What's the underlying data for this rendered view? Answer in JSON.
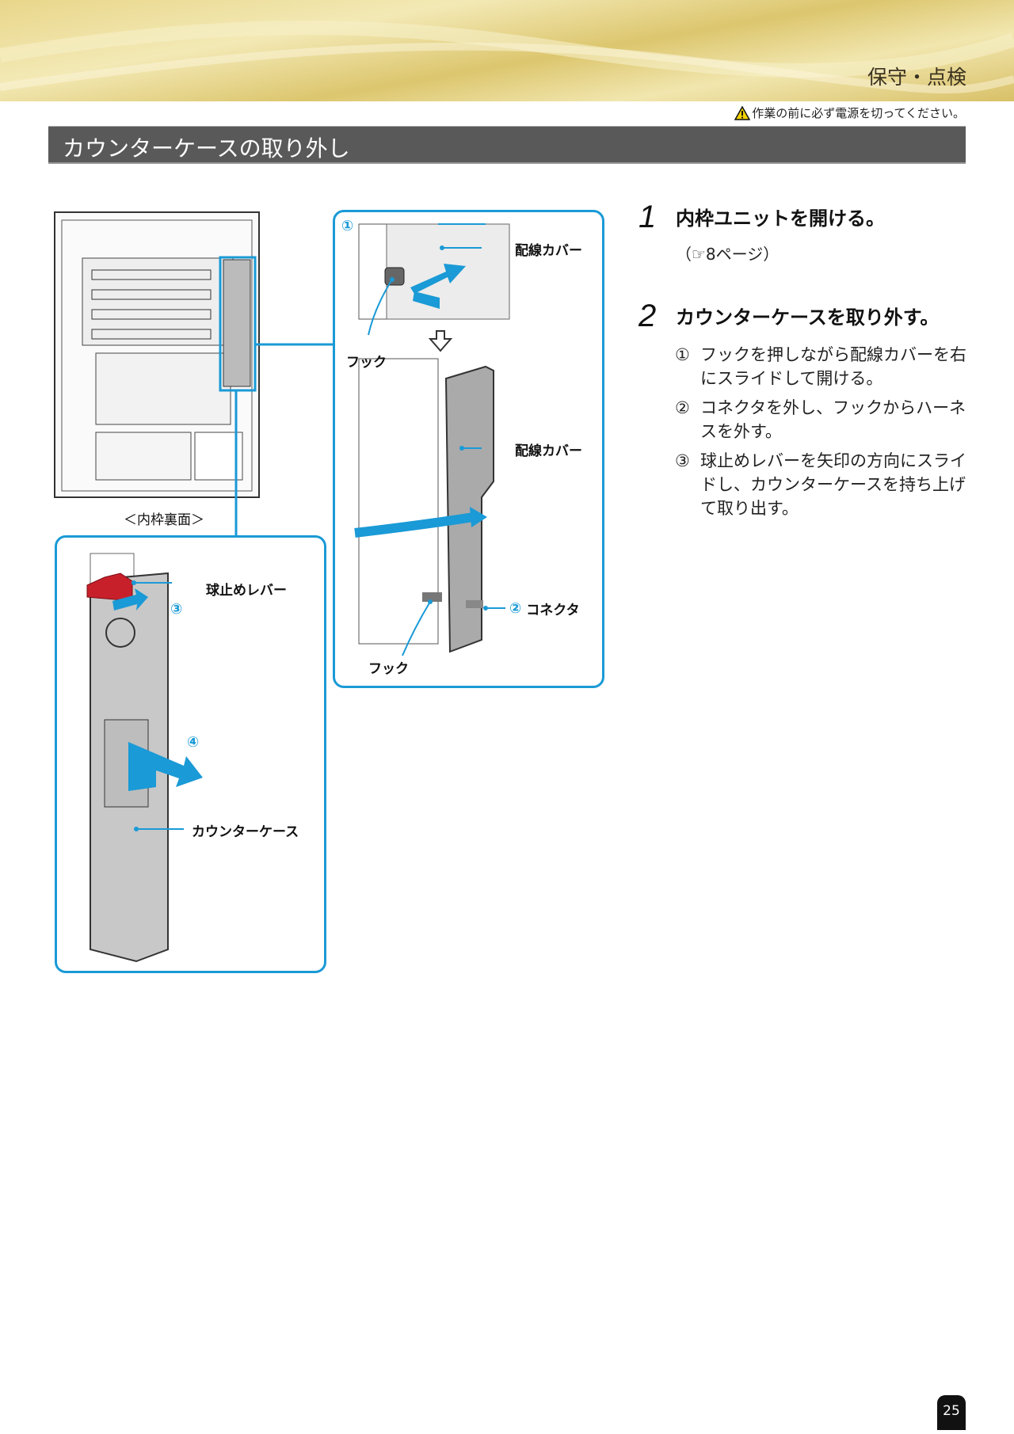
{
  "header": {
    "section": "保守・点検",
    "warning": "作業の前に必ず電源を切ってください。"
  },
  "title": "カウンターケースの取り外し",
  "figures": {
    "overview_caption": "＜内枠裏面＞",
    "panel_a": {
      "step1_marker": "①",
      "cover_label_1": "配線カバー",
      "hook_label_1": "フック",
      "cover_label_2": "配線カバー",
      "connector_marker": "②",
      "connector_label": "コネクタ",
      "hook_label_2": "フック"
    },
    "panel_b": {
      "lever_label": "球止めレバー",
      "step3_marker": "③",
      "step4_marker": "④",
      "case_label": "カウンターケース"
    }
  },
  "steps": [
    {
      "number": "1",
      "heading": "内枠ユニットを開ける。",
      "note": "（☞8ページ）"
    },
    {
      "number": "2",
      "heading": "カウンターケースを取り外す。",
      "items": [
        {
          "marker": "①",
          "text": "フックを押しながら配線カバーを右にスライドして開ける。"
        },
        {
          "marker": "②",
          "text": "コネクタを外し、フックからハーネスを外す。"
        },
        {
          "marker": "③",
          "text": "球止めレバーを矢印の方向にスライドし、カウンターケースを持ち上げて取り出す。"
        }
      ]
    }
  ],
  "page_number": "25",
  "colors": {
    "accent": "#1a9ad6",
    "title_bar": "#5a5959",
    "lever": "#c8202a"
  }
}
